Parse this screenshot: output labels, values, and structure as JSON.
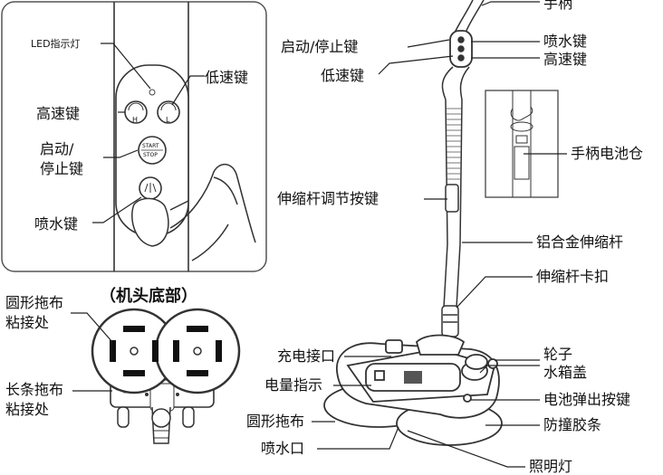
{
  "inset_handle": {
    "led_label": "LED指示灯",
    "low_speed": "低速键",
    "high_speed": "高速键",
    "start_stop": "启动/\n停止键",
    "spray": "喷水键",
    "btn_h": "H",
    "btn_l": "L",
    "btn_start": "START",
    "btn_stop": "STOP"
  },
  "head_bottom": {
    "title": "（机头底部）",
    "round_pad": "圆形拖布\n粘接处",
    "strip_pad": "长条拖布\n粘接处"
  },
  "main": {
    "handle": "手柄",
    "start_stop": "启动/停止键",
    "spray": "喷水键",
    "low_speed": "低速键",
    "high_speed": "高速键",
    "battery_compartment": "手柄电池仓",
    "telescopic_button": "伸缩杆调节按键",
    "aluminum_pole": "铝合金伸缩杆",
    "pole_clip": "伸缩杆卡扣",
    "charge_port": "充电接口",
    "wheel": "轮子",
    "tank_cap": "水箱盖",
    "battery_indicator": "电量指示",
    "battery_eject": "电池弹出按键",
    "round_mop": "圆形拖布",
    "bumper": "防撞胶条",
    "spray_nozzle": "喷水口",
    "light": "照明灯"
  }
}
